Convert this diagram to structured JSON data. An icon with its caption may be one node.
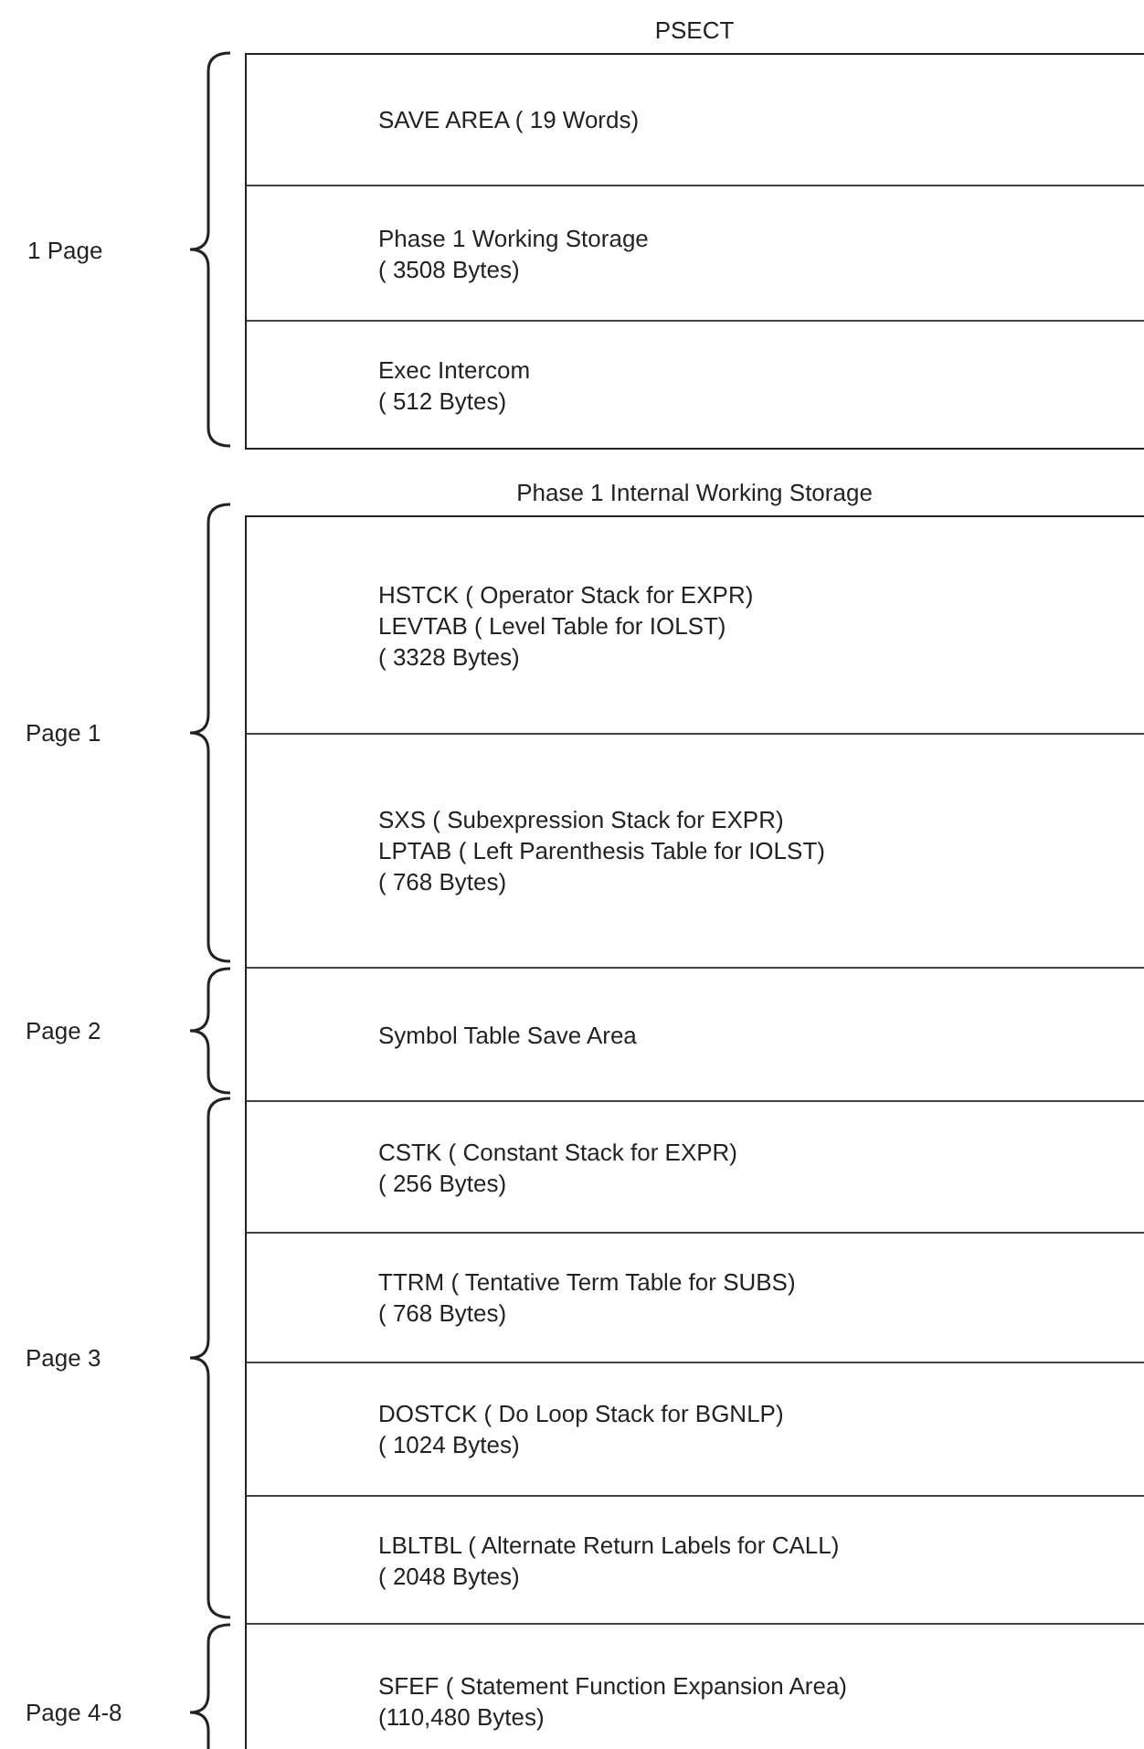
{
  "diagram": {
    "nodes": [
      {
        "text": [
          "PSECT"
        ]
      },
      {
        "text": [
          "SAVE AREA ( 19 Words)"
        ],
        "in": 0
      },
      {
        "text": [
          "Phase 1 Working Storage",
          "( 3508 Bytes)"
        ],
        "in": 0
      },
      {
        "text": [
          "Exec Intercom",
          "( 512 Bytes)"
        ],
        "in": 0
      },
      {
        "text": [
          "Phase 1 Internal Working Storage"
        ]
      },
      {
        "text": [
          "HSTCK ( Operator Stack for EXPR)",
          "LEVTAB ( Level Table for IOLST)",
          "( 3328 Bytes)"
        ],
        "in": 4
      },
      {
        "text": [
          "SXS ( Subexpression Stack for EXPR)",
          "LPTAB ( Left Parenthesis Table for IOLST)",
          "( 768 Bytes)"
        ],
        "in": 4
      },
      {
        "text": [
          "Symbol Table Save Area"
        ],
        "in": 4
      },
      {
        "text": [
          "CSTK ( Constant Stack for EXPR)",
          "( 256 Bytes)"
        ],
        "in": 4
      },
      {
        "text": [
          "TTRM ( Tentative Term Table for SUBS)",
          "( 768 Bytes)"
        ],
        "in": 4
      },
      {
        "text": [
          "DOSTCK ( Do Loop Stack for BGNLP)",
          "( 1024 Bytes)"
        ],
        "in": 4
      },
      {
        "text": [
          "LBLTBL ( Alternate Return Labels for CALL)",
          "( 2048 Bytes)"
        ],
        "in": 4
      },
      {
        "text": [
          "SFEF ( Statement Function Expansion Area)",
          "(110,480 Bytes)"
        ],
        "in": 4
      }
    ],
    "labels": [
      "1 Page",
      "Page 1",
      "Page 2",
      "Page 3",
      "Page 4-8"
    ]
  }
}
